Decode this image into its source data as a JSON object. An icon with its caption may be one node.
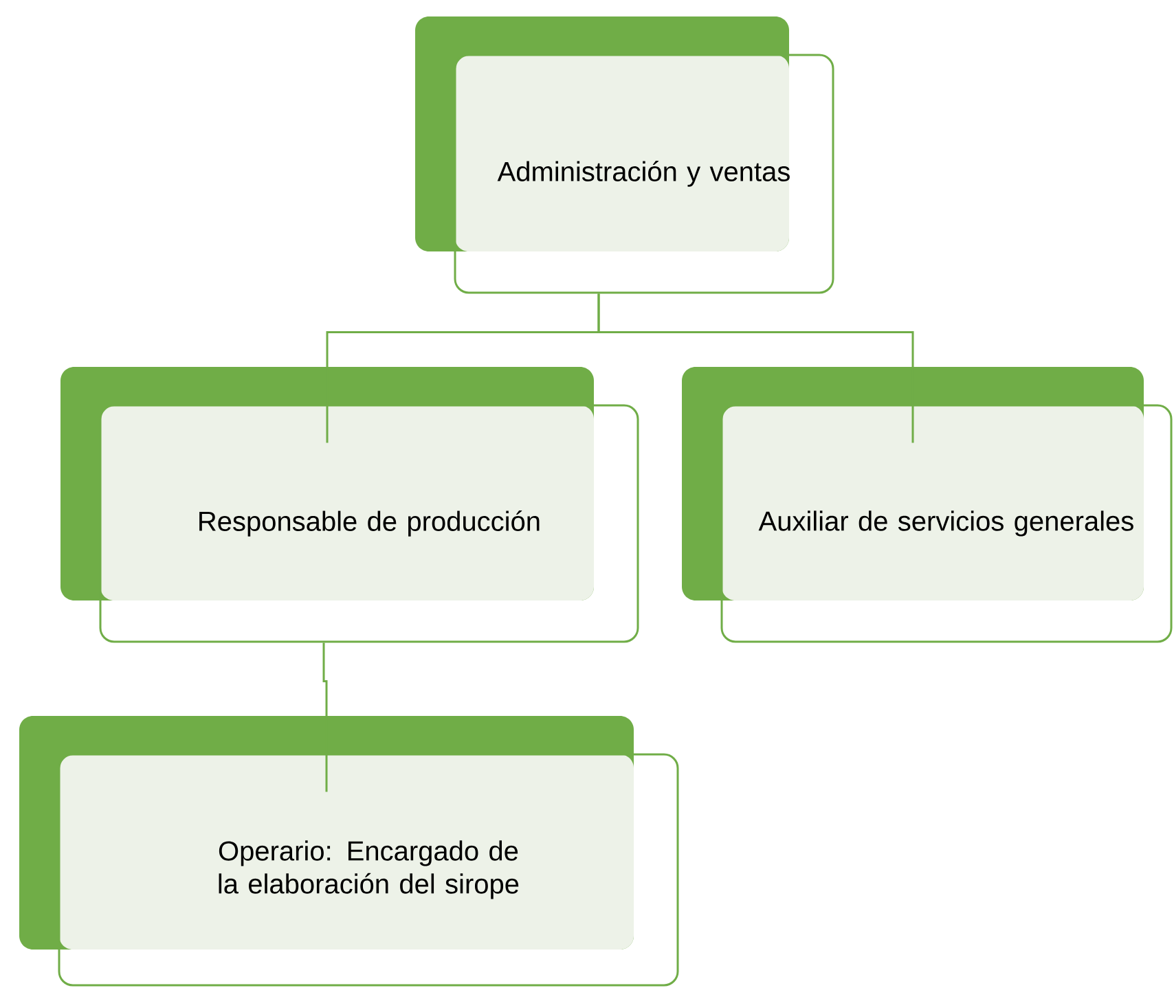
{
  "diagram": {
    "nodes": [
      {
        "text": [
          "Administración y ventas"
        ]
      },
      {
        "text": [
          "Responsable de producción"
        ]
      },
      {
        "text": [
          "Auxiliar de servicios generales"
        ]
      },
      {
        "text": [
          "Operario: Encargado de la elaboración del sirope"
        ]
      }
    ],
    "edges": [
      {
        "from": 0,
        "to": 1,
        "arrow": "none"
      },
      {
        "from": 0,
        "to": 2,
        "arrow": "none"
      },
      {
        "from": 1,
        "to": 3,
        "arrow": "none"
      }
    ]
  }
}
